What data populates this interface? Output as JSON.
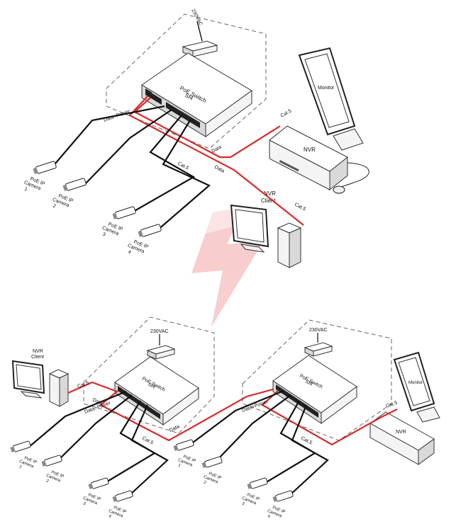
{
  "top": {
    "power": "230VAC",
    "switch_line1": "PoE Switch",
    "switch_line2": "Sf4",
    "monitor": "Monitor",
    "nvr": "NVR",
    "nvr_client_line1": "NVR",
    "nvr_client_line2": "Client",
    "cable_data_power": "Data+Power",
    "cable_data_a": "Data",
    "cable_data_b": "Data",
    "cable_cat5_a": "Cat.5",
    "cable_cat5_b": "Cat.5",
    "cable_cat5_c": "Cat.5",
    "cameras": [
      {
        "l1": "PoE IP",
        "l2": "Camera",
        "l3": "1"
      },
      {
        "l1": "PoE IP",
        "l2": "Camera",
        "l3": "2"
      },
      {
        "l1": "PoE IP",
        "l2": "Camera",
        "l3": "3"
      },
      {
        "l1": "PoE IP",
        "l2": "Camera",
        "l3": "4"
      }
    ]
  },
  "bottom_left": {
    "power": "230VAC",
    "switch_line1": "PoE Switch",
    "switch_line2": "Sf4",
    "nvr_client_line1": "NVR",
    "nvr_client_line2": "Client",
    "cable_cat5_a": "Cat.5",
    "cable_data_a": "Data",
    "cable_data_power": "Data+Power",
    "cable_cat5_b": "Cat.5",
    "cable_data_b": "Data",
    "cameras": [
      {
        "l1": "PoE IP",
        "l2": "Camera",
        "l3": "1"
      },
      {
        "l1": "PoE IP",
        "l2": "Camera",
        "l3": "2"
      },
      {
        "l1": "PoE IP",
        "l2": "Camera",
        "l3": "3"
      },
      {
        "l1": "PoE IP",
        "l2": "Camera",
        "l3": "4"
      }
    ]
  },
  "bottom_right": {
    "power": "230VAC",
    "switch_line1": "PoE Switch",
    "switch_line2": "Sf4",
    "monitor": "Monitor",
    "nvr": "NVR",
    "cable_cat5_a": "Cat.5",
    "cable_data_power": "Data+Power",
    "cable_cat5_b": "Cat.5",
    "cameras": [
      {
        "l1": "PoE IP",
        "l2": "Camera",
        "l3": "1"
      },
      {
        "l1": "PoE IP",
        "l2": "Camera",
        "l3": "2"
      },
      {
        "l1": "PoE IP",
        "l2": "Camera",
        "l3": "3"
      },
      {
        "l1": "PoE IP",
        "l2": "Camera",
        "l3": "4"
      }
    ]
  },
  "colors": {
    "data_cable": "#d82a2a",
    "power_cable": "#111111",
    "watermark": "#f3c4c4"
  },
  "icons": [
    "power-adapter-icon",
    "poe-switch-icon",
    "camera-icon",
    "monitor-icon",
    "nvr-icon",
    "pc-icon",
    "mouse-icon",
    "watermark-logo-icon"
  ]
}
